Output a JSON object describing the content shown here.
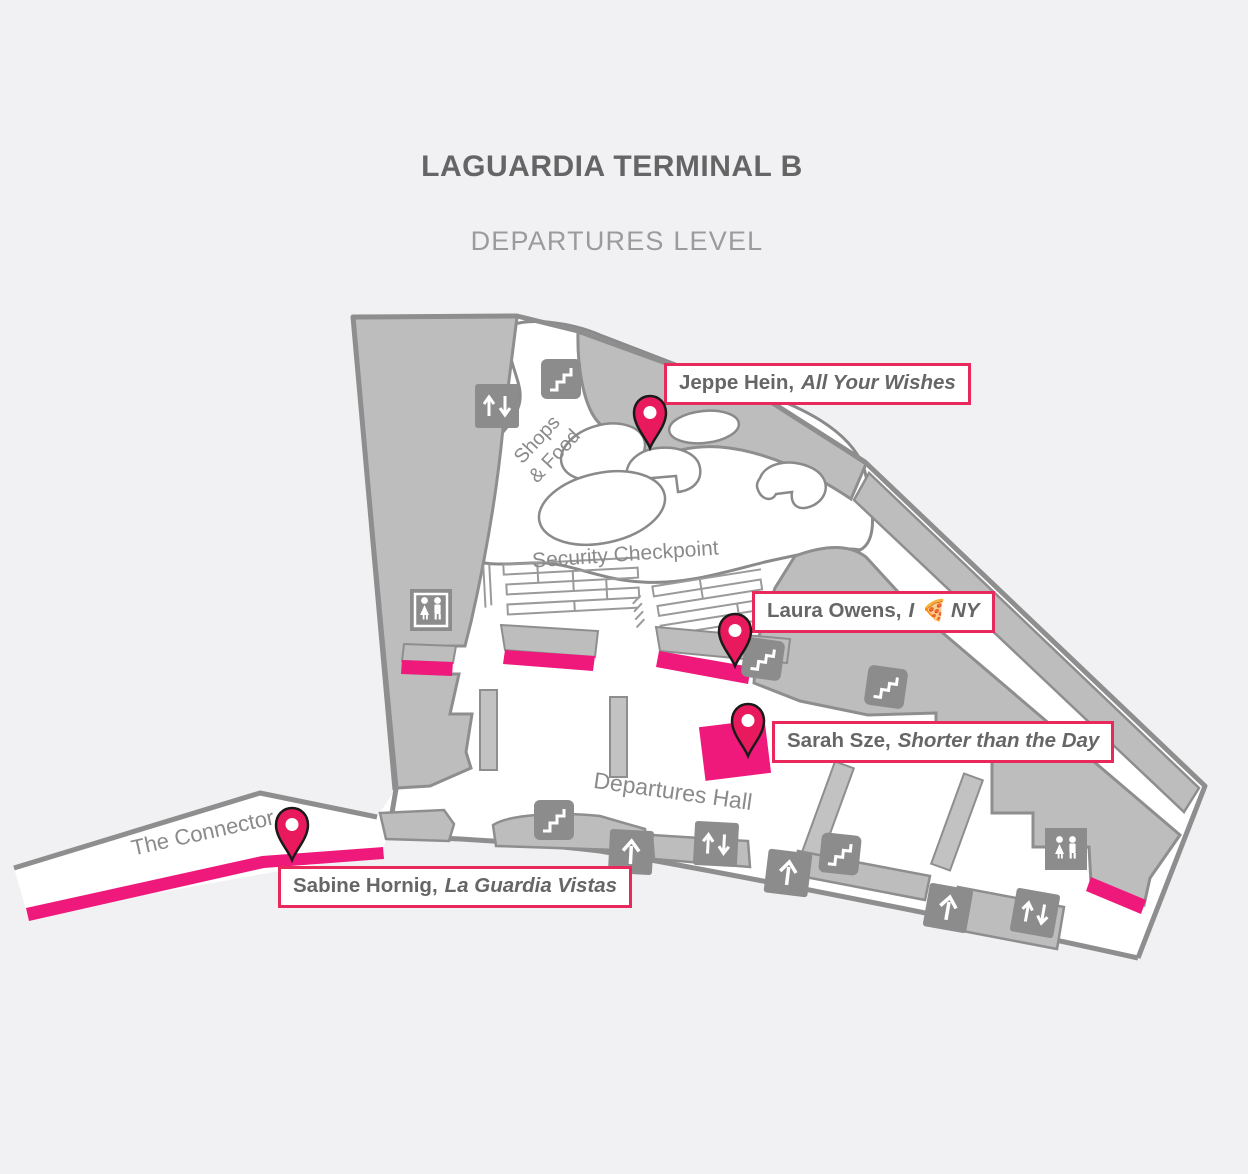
{
  "page": {
    "title": "LAGUARDIA TERMINAL B",
    "subtitle": "DEPARTURES LEVEL"
  },
  "map": {
    "area_labels": {
      "shops_food_line1": "Shops",
      "shops_food_line2": "& Food",
      "security_checkpoint": "Security Checkpoint",
      "departures_hall": "Departures Hall",
      "the_connector": "The Connector"
    },
    "artworks": [
      {
        "artist": "Jeppe Hein,",
        "title": "All Your Wishes"
      },
      {
        "artist": "Laura Owens,",
        "title": "I 🍕 NY"
      },
      {
        "artist": "Sarah Sze,",
        "title": "Shorter than the Day"
      },
      {
        "artist": "Sabine Hornig,",
        "title": "La Guardia Vistas"
      }
    ],
    "icons": {
      "stairs": "stairs-icon",
      "elevator": "elevator-icon",
      "restroom": "restroom-icon",
      "entrance_arrow": "up-arrow-icon",
      "pin": "location-pin-icon"
    },
    "colors": {
      "background": "#F1F1F4",
      "terminal_fill": "#FFFFFF",
      "area_fill": "#BDBDBD",
      "wall_stroke": "#8E8E8E",
      "icon_fill": "#8C8C8C",
      "artwork_pink": "#EF187B",
      "pin_fill": "#E8195C",
      "label_border": "#E9285B",
      "label_text": "#666666",
      "map_text": "#8A8A8A"
    }
  }
}
